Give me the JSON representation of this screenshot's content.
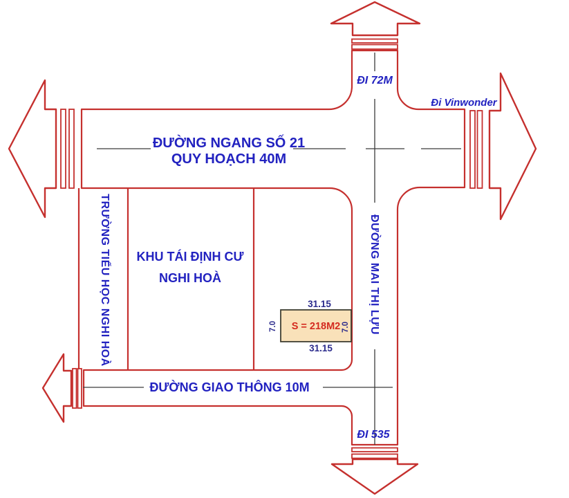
{
  "diagram_title": "land plot location sketch",
  "colors": {
    "road_outline_red": "#C5302E",
    "label_blue": "#2222C0",
    "dimension_navy": "#2B2B8C",
    "area_label_red": "#D42B20",
    "centerline_gray": "#3A3A3A",
    "plot_fill": "#F9E1B9",
    "plot_border": "#3F3F33"
  },
  "north_road": {
    "destination_label": "ĐI 72M"
  },
  "east_road": {
    "destination_label": "Đi Vinwonder"
  },
  "south_road": {
    "destination_label": "ĐI 535"
  },
  "main_road": {
    "name": "ĐƯỜNG NGANG SỐ 21",
    "plan_note": "QUY HOẠCH 40M"
  },
  "cross_road": {
    "name": "ĐƯỜNG MAI THỊ LỰU"
  },
  "bottom_road": {
    "name": "ĐƯỜNG GIAO THÔNG 10M"
  },
  "school_block": {
    "name": "TRƯỜNG TIỂU HỌC NGHI HOÀ"
  },
  "resettlement_block": {
    "name_line1": "KHU TÁI ĐỊNH CƯ",
    "name_line2": "NGHI HOÀ"
  },
  "plot": {
    "area_label": "S = 218M2",
    "length_top": "31.15",
    "length_bottom": "31.15",
    "width_left": "7.0",
    "width_right": "7.0",
    "fill_color": "#F9E1B9"
  }
}
